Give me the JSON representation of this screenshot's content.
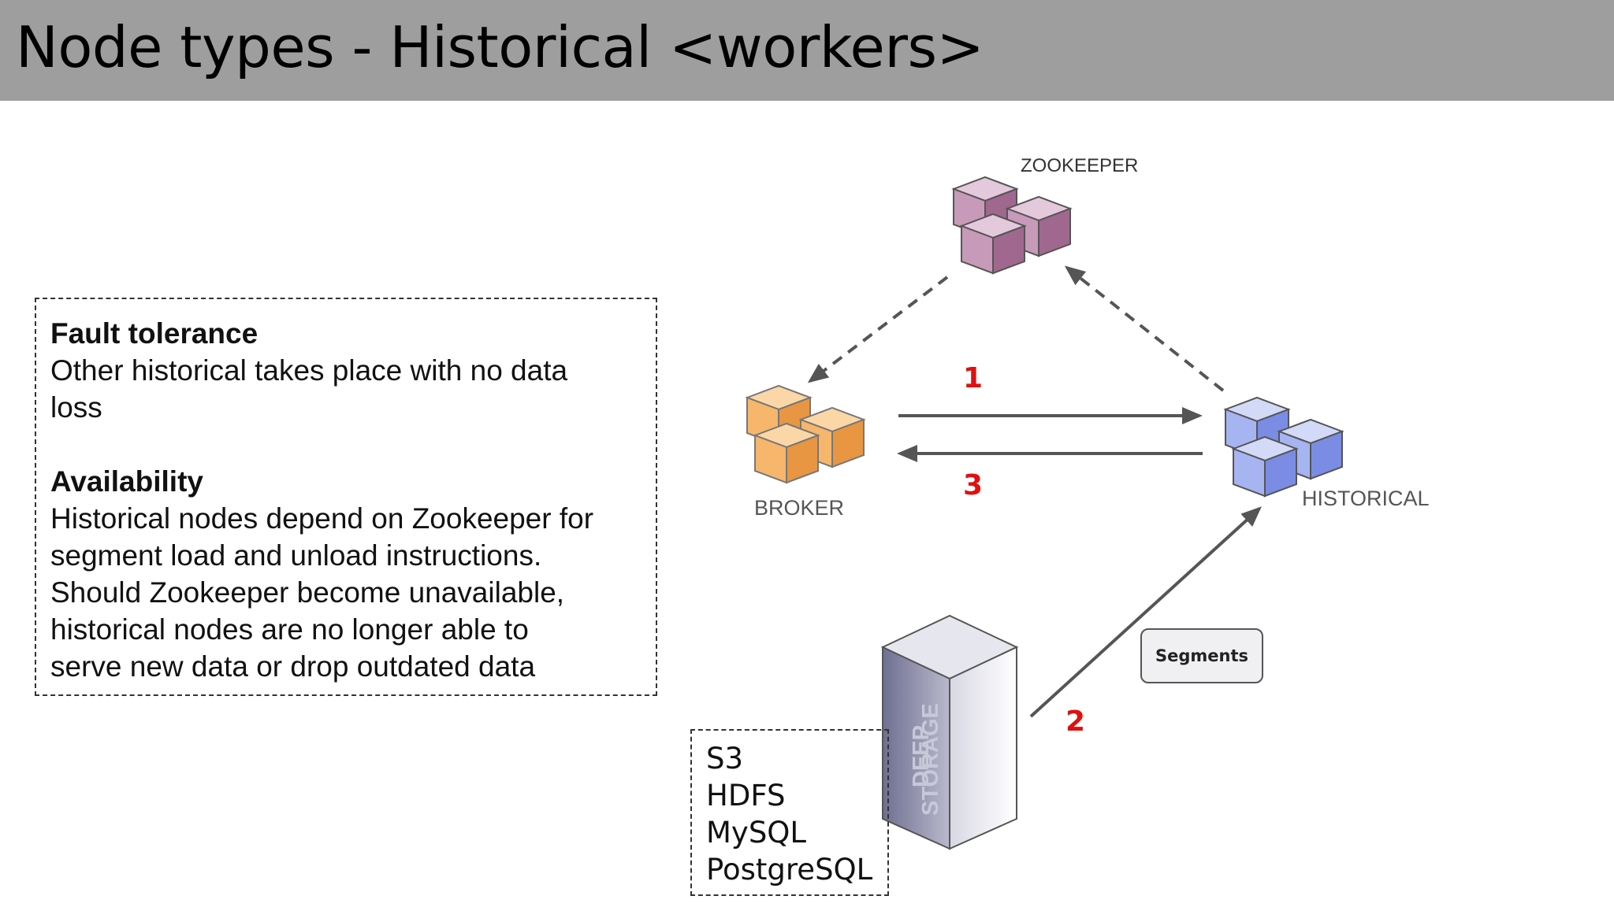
{
  "title": "Node types - Historical <workers>",
  "info": {
    "fault_heading": "Fault tolerance",
    "fault_line1": "Other historical takes place with no data",
    "fault_line2": "loss",
    "availability_heading": "Availability",
    "availability_lines": [
      "Historical nodes depend on Zookeeper for",
      "segment load and unload instructions.",
      "Should Zookeeper become unavailable,",
      "historical nodes are no longer able to",
      "serve new data or drop outdated data"
    ]
  },
  "nodes": {
    "zookeeper": "ZOOKEEPER",
    "broker": "BROKER",
    "historical": "HISTORICAL",
    "deep_storage_line1": "DEEP",
    "deep_storage_line2": "STORAGE"
  },
  "steps": [
    "1",
    "2",
    "3"
  ],
  "segments_label": "Segments",
  "storage_options": [
    "S3",
    "HDFS",
    "MySQL",
    "PostgreSQL"
  ],
  "colors": {
    "zookeeper": "#b07a9e",
    "broker": "#f2ab5c",
    "historical": "#8a9cf0",
    "deep_storage": "#8c8ca8",
    "step_numbers": "#e01010"
  }
}
